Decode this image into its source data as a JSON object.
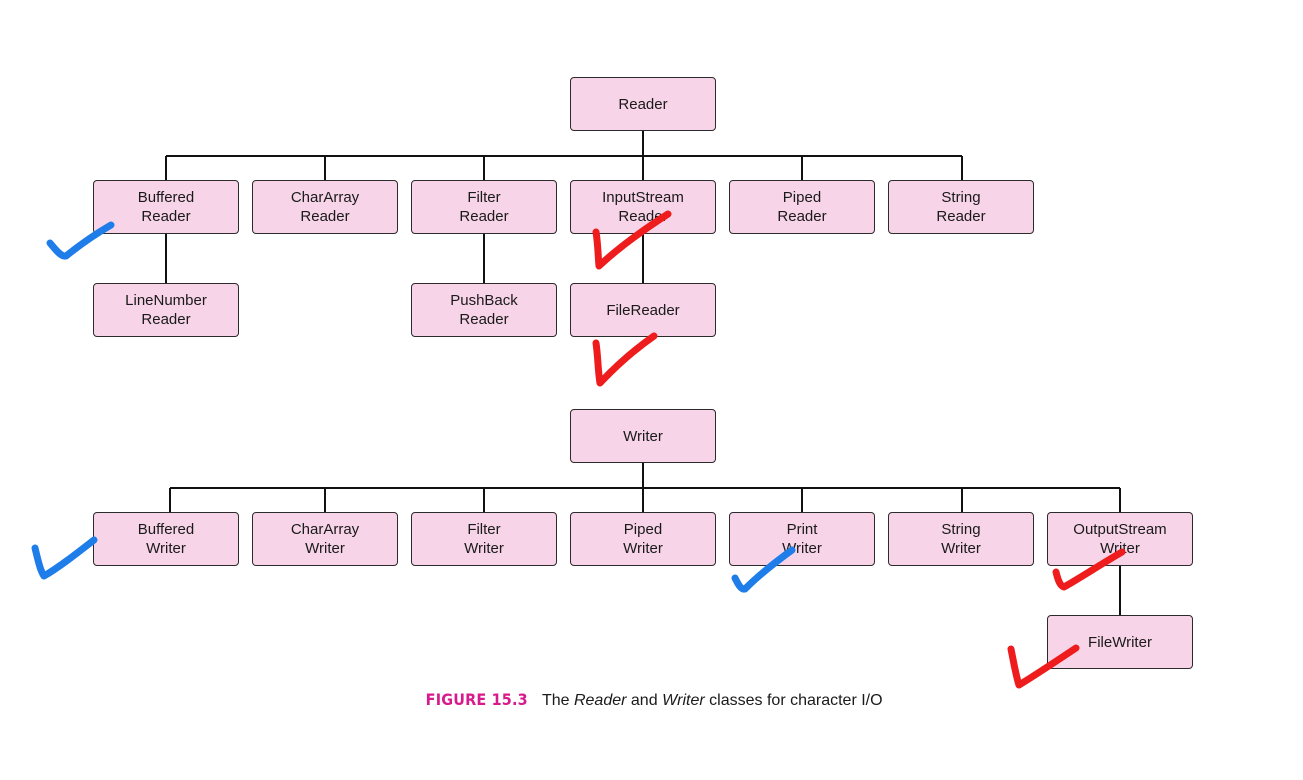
{
  "reader_tree": {
    "root": "Reader",
    "children": {
      "buffered": "Buffered\nReader",
      "chararray": "CharArray\nReader",
      "filter": "Filter\nReader",
      "inputstream": "InputStream\nReader",
      "piped": "Piped\nReader",
      "string": "String\nReader"
    },
    "grandchildren": {
      "linenumber": "LineNumber\nReader",
      "pushback": "PushBack\nReader",
      "filereader": "FileReader"
    }
  },
  "writer_tree": {
    "root": "Writer",
    "children": {
      "buffered": "Buffered\nWriter",
      "chararray": "CharArray\nWriter",
      "filter": "Filter\nWriter",
      "piped": "Piped\nWriter",
      "print": "Print\nWriter",
      "string": "String\nWriter",
      "outputstream": "OutputStream\nWriter"
    },
    "grandchildren": {
      "filewriter": "FileWriter"
    }
  },
  "caption": {
    "figure_number": "FIGURE 15.3",
    "text_1": "The",
    "reader_word": "Reader",
    "text_2": "and",
    "writer_word": "Writer",
    "text_3": "classes for character I/O"
  },
  "colors": {
    "node_fill": "#f7d4e8",
    "blue_check": "#1e7de8",
    "red_check": "#ee1c1c",
    "caption_accent": "#d81b8c"
  }
}
